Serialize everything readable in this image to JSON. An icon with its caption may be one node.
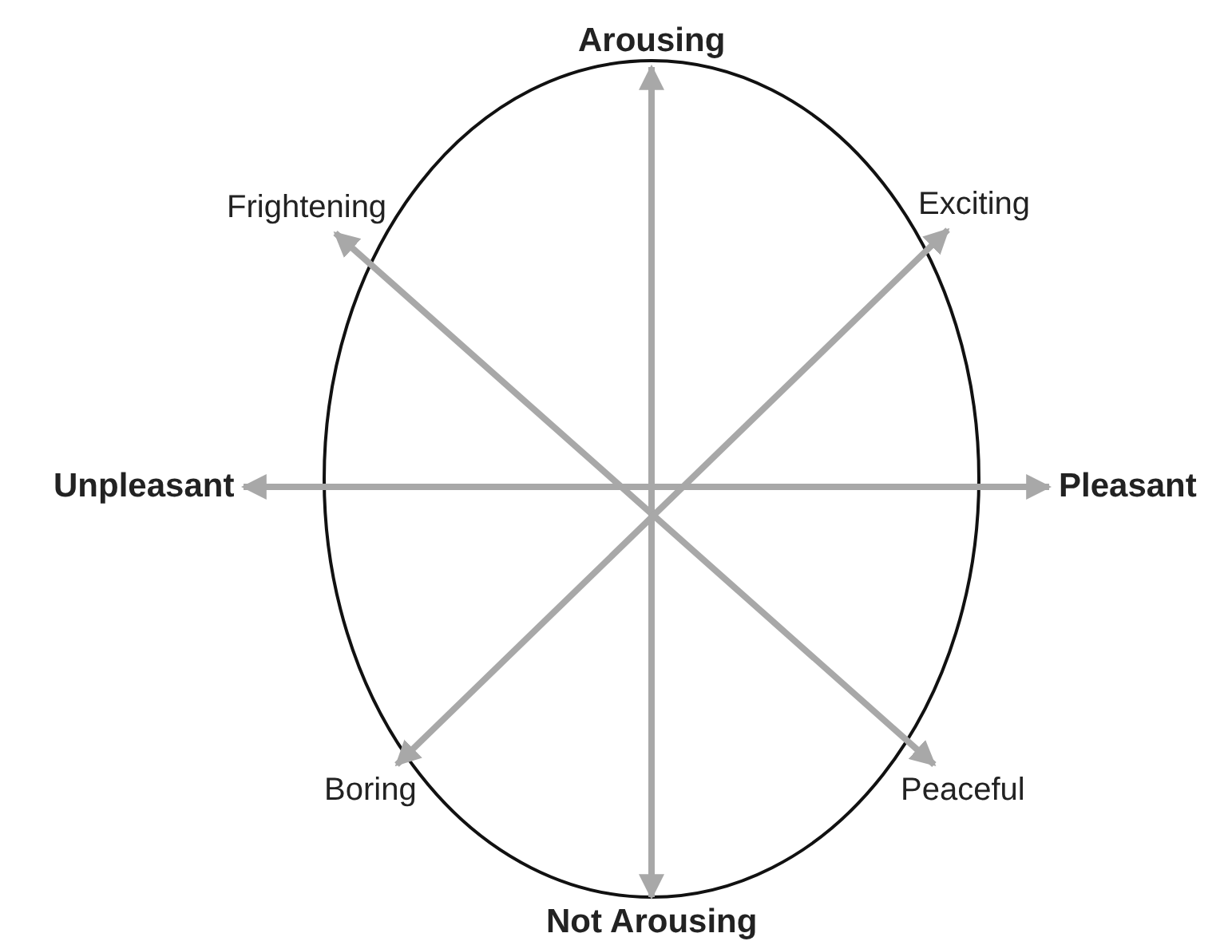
{
  "diagram": {
    "nodes": [
      {
        "text": [
          "Arousing"
        ]
      },
      {
        "text": [
          "Frightening"
        ]
      },
      {
        "text": [
          "Exciting"
        ]
      },
      {
        "text": [
          "Unpleasant"
        ]
      },
      {
        "text": [
          "Pleasant"
        ]
      },
      {
        "text": [
          "Boring"
        ]
      },
      {
        "text": [
          "Peaceful"
        ]
      },
      {
        "text": [
          "Not Arousing"
        ]
      }
    ],
    "edges": [
      {
        "from": 0,
        "to": 7,
        "arrow": "both"
      },
      {
        "from": 3,
        "to": 4,
        "arrow": "both"
      },
      {
        "from": 1,
        "to": 6,
        "arrow": "both"
      },
      {
        "from": 2,
        "to": 5,
        "arrow": "both"
      }
    ]
  }
}
